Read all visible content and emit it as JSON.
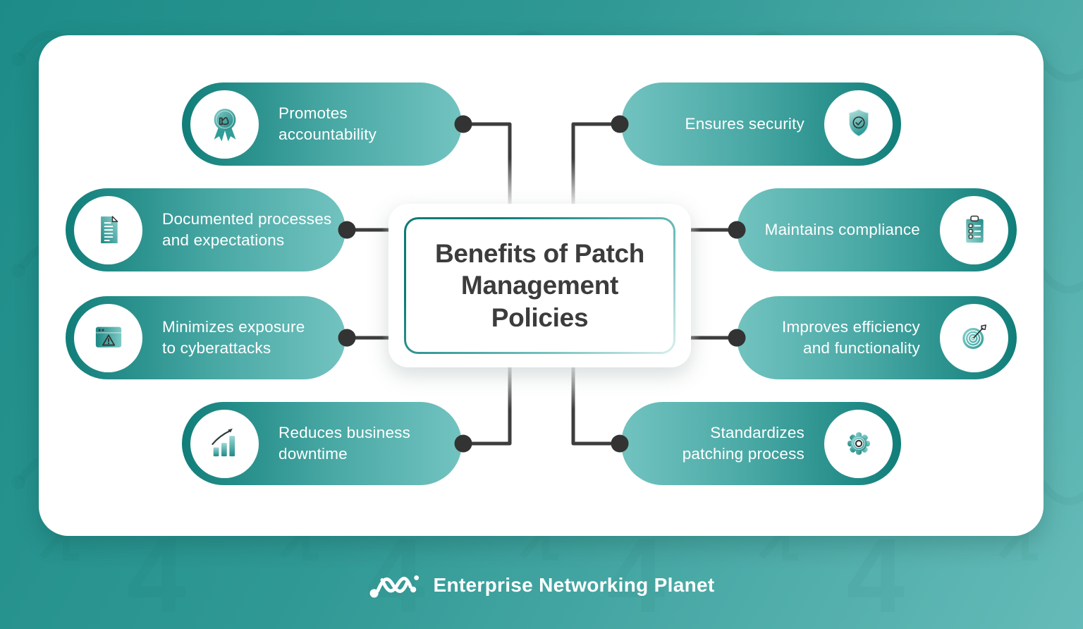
{
  "page": {
    "background_gradient_start": "#1d8c88",
    "background_gradient_end": "#65bbb8",
    "card_color": "#ffffff"
  },
  "center": {
    "title": "Benefits of Patch\nManagement\nPolicies",
    "title_color": "#3c3c3c",
    "border_gradient_start": "#0c7b78",
    "border_gradient_end": "#d9efee"
  },
  "pills": {
    "gradient_dark": "#117e7a",
    "gradient_light": "#72c3c0",
    "text_color": "#ffffff"
  },
  "connectors": {
    "line_color": "#3d3d3d",
    "dot_color": "#333333"
  },
  "nodes": [
    {
      "label": "Promotes\naccountability",
      "icon": "award-thumbs-up-icon",
      "side": "left"
    },
    {
      "label": "Documented processes\nand expectations",
      "icon": "document-icon",
      "side": "left"
    },
    {
      "label": "Minimizes exposure\nto cyberattacks",
      "icon": "browser-warning-icon",
      "side": "left"
    },
    {
      "label": "Reduces business\ndowntime",
      "icon": "bar-chart-growth-icon",
      "side": "left"
    },
    {
      "label": "Ensures security",
      "icon": "shield-check-icon",
      "side": "right"
    },
    {
      "label": "Maintains compliance",
      "icon": "clipboard-checklist-icon",
      "side": "right"
    },
    {
      "label": "Improves efficiency\nand functionality",
      "icon": "target-dart-icon",
      "side": "right"
    },
    {
      "label": "Standardizes\npatching process",
      "icon": "gear-icon",
      "side": "right"
    }
  ],
  "footer": {
    "brand": "Enterprise Networking Planet"
  }
}
